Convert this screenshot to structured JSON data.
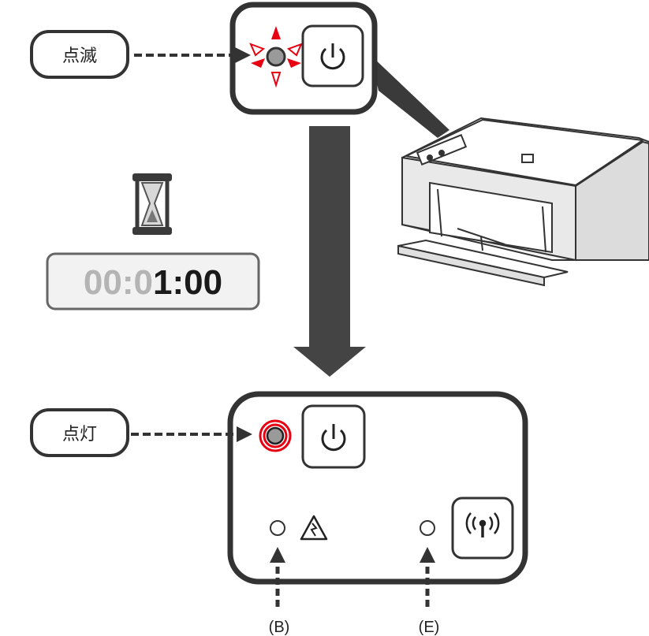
{
  "labels": {
    "blinking": "点滅",
    "lit": "点灯"
  },
  "timer": {
    "dim_part": "00:0",
    "bright_part": "1:00"
  },
  "markers": {
    "b": "(B)",
    "e": "(E)"
  },
  "colors": {
    "outline": "#333333",
    "blink_red": "#e60012",
    "led_gray": "#9a9a9a",
    "timer_dim": "#b4b4b4",
    "timer_bright": "#1a1a1a",
    "arrow_fill": "#444444"
  },
  "icons": {
    "power": "power-icon",
    "hourglass": "hourglass-icon",
    "warning": "warning-icon",
    "wifi": "wifi-icon"
  }
}
